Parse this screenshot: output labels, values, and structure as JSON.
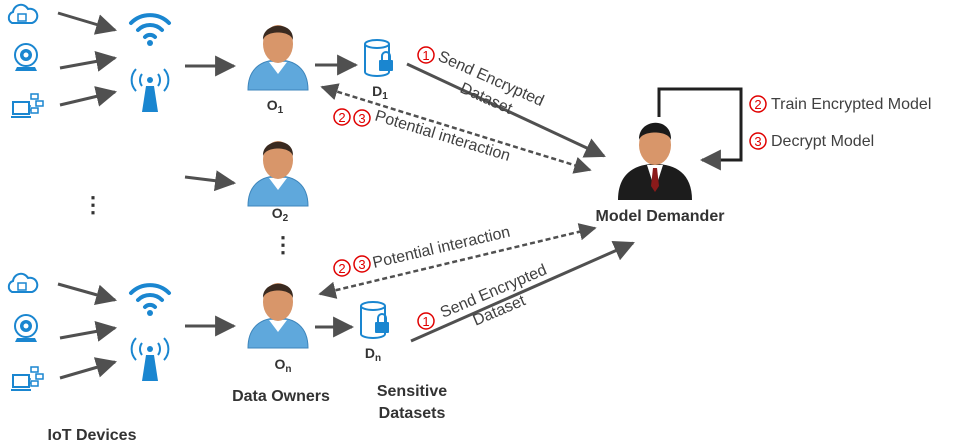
{
  "labels": {
    "iot_devices": "IoT Devices",
    "data_owners": "Data Owners",
    "sensitive_datasets_line1": "Sensitive",
    "sensitive_datasets_line2": "Datasets",
    "model_demander": "Model Demander",
    "owner_1": "O",
    "owner_1_sub": "1",
    "owner_2": "O",
    "owner_2_sub": "2",
    "owner_n": "O",
    "owner_n_sub": "n",
    "dataset_1": "D",
    "dataset_1_sub": "1",
    "dataset_n": "D",
    "dataset_n_sub": "n"
  },
  "annotations": {
    "send_top_line1": "Send Encrypted",
    "send_top_line2": "Dataset",
    "interaction_top": "Potential interaction",
    "interaction_bottom": "Potential interaction",
    "send_bottom_line1": "Send Encrypted",
    "send_bottom_line2": "Dataset",
    "train": "Train Encrypted Model",
    "decrypt": "Decrypt Model"
  },
  "steps": {
    "one": "1",
    "two": "2",
    "three": "3"
  },
  "ellipsis": "⋮",
  "colors": {
    "icon_blue": "#1a86d0",
    "arrow_gray": "#505050",
    "step_red": "#e00000",
    "text": "#333333",
    "skin": "#d8966a",
    "shirt": "#5fa8dc",
    "suit": "#1c1c1c"
  },
  "icons": [
    "cloud-chip-icon",
    "webcam-icon",
    "network-computer-icon",
    "wifi-icon",
    "radio-tower-icon",
    "user-icon",
    "encrypted-database-icon",
    "business-user-icon"
  ]
}
